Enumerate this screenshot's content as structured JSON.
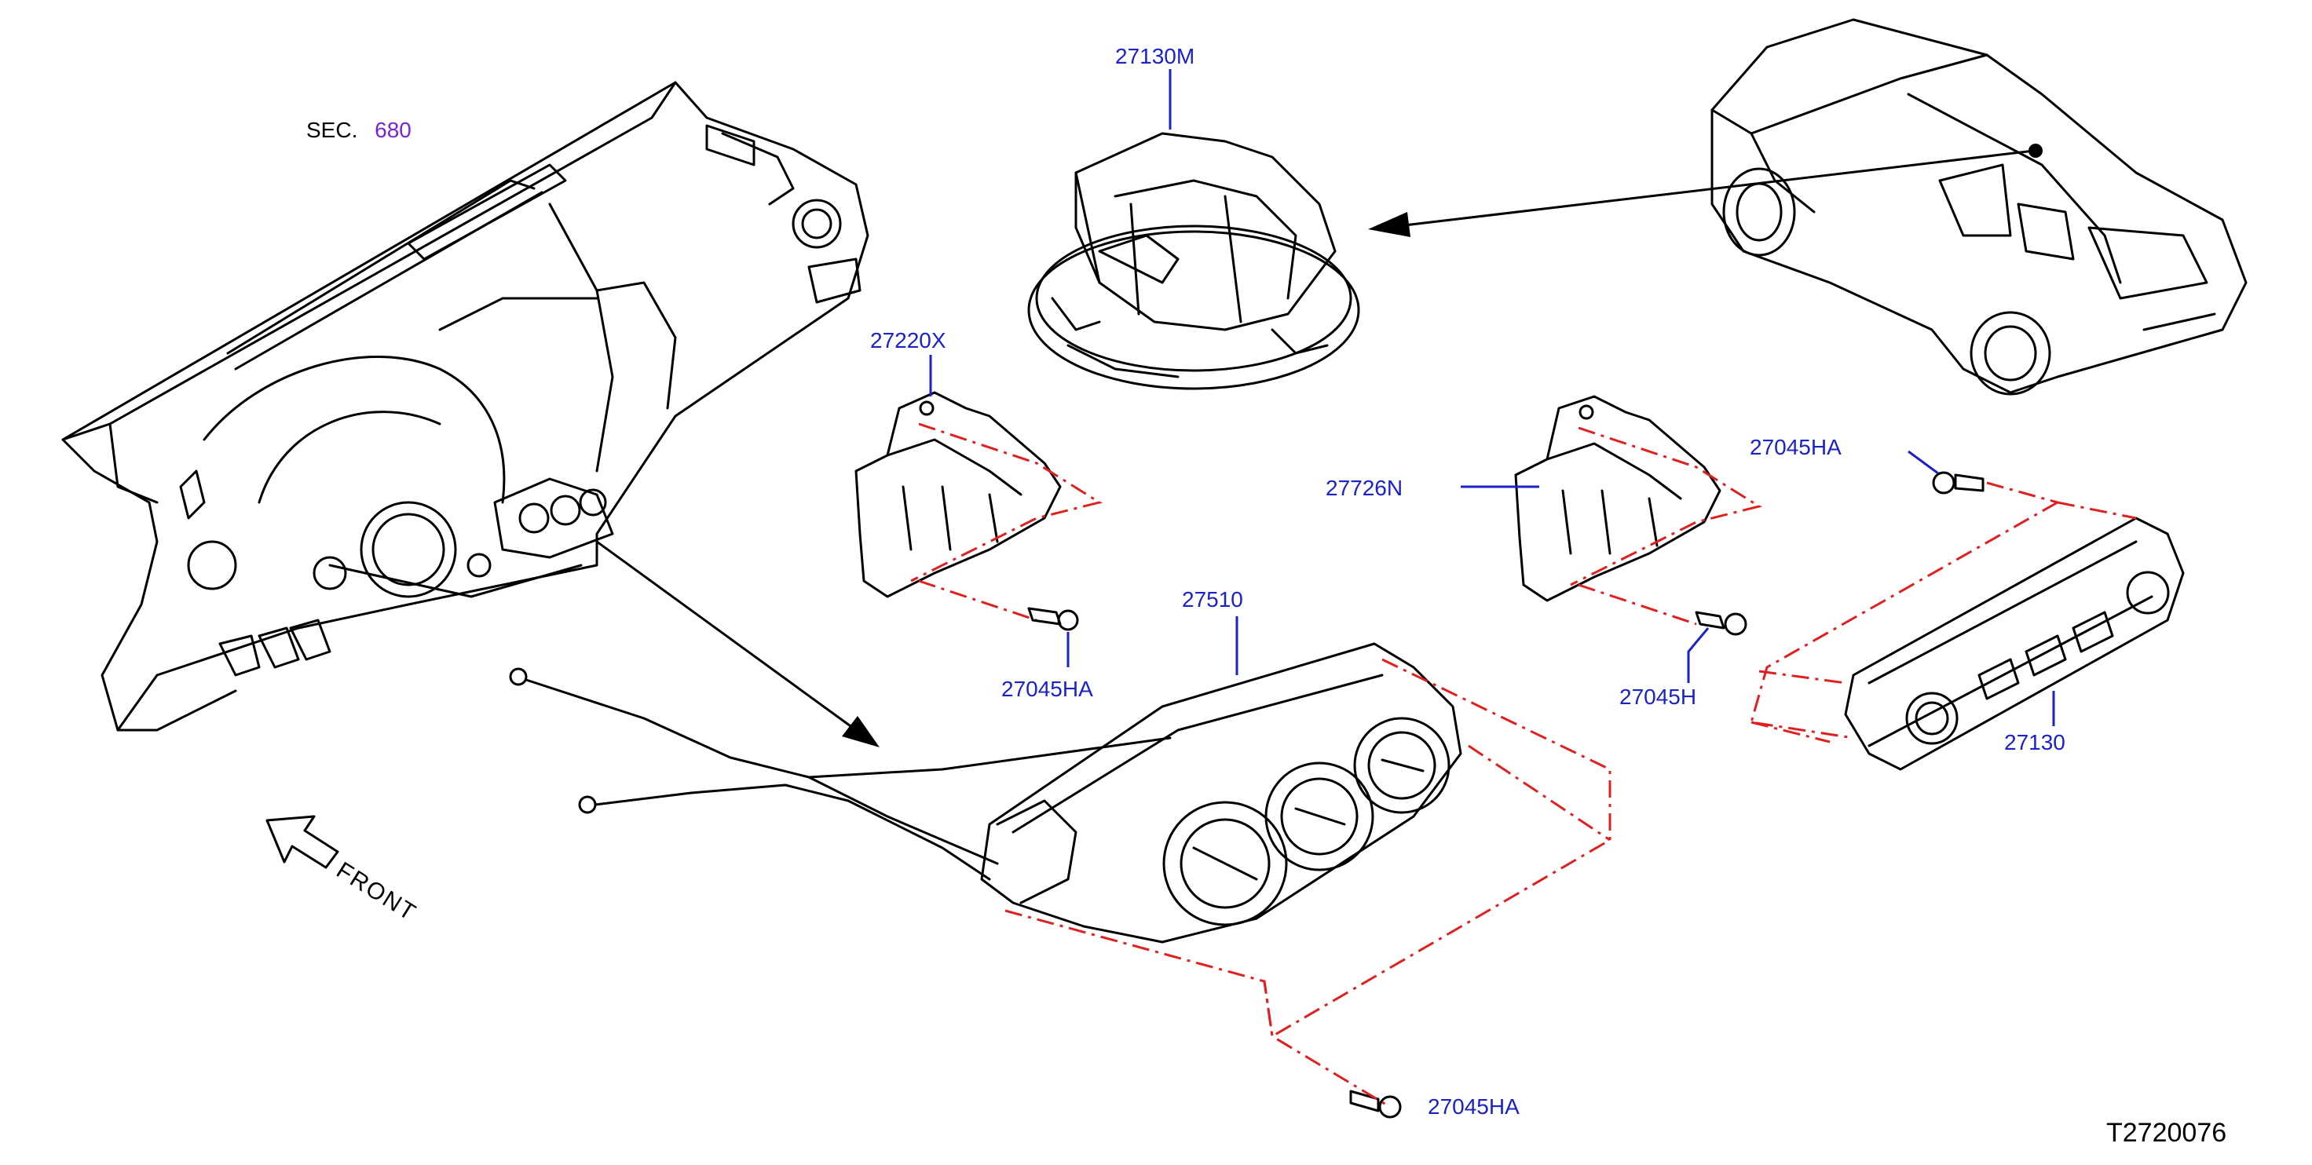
{
  "labels": {
    "sec_prefix": "SEC.",
    "sec_number": "680",
    "p27130M": "27130M",
    "p27220X": "27220X",
    "p27726N": "27726N",
    "p27045HA_top_right": "27045HA",
    "p27045HA_mid": "27045HA",
    "p27510": "27510",
    "p27045H": "27045H",
    "p27130": "27130",
    "p27045HA_bottom": "27045HA",
    "front": "FRONT",
    "doc_id": "T2720076"
  },
  "colors": {
    "part_label": "#1a22c8",
    "section_number": "#7a24d8",
    "dash_line": "#e02020",
    "ink": "#000000"
  }
}
